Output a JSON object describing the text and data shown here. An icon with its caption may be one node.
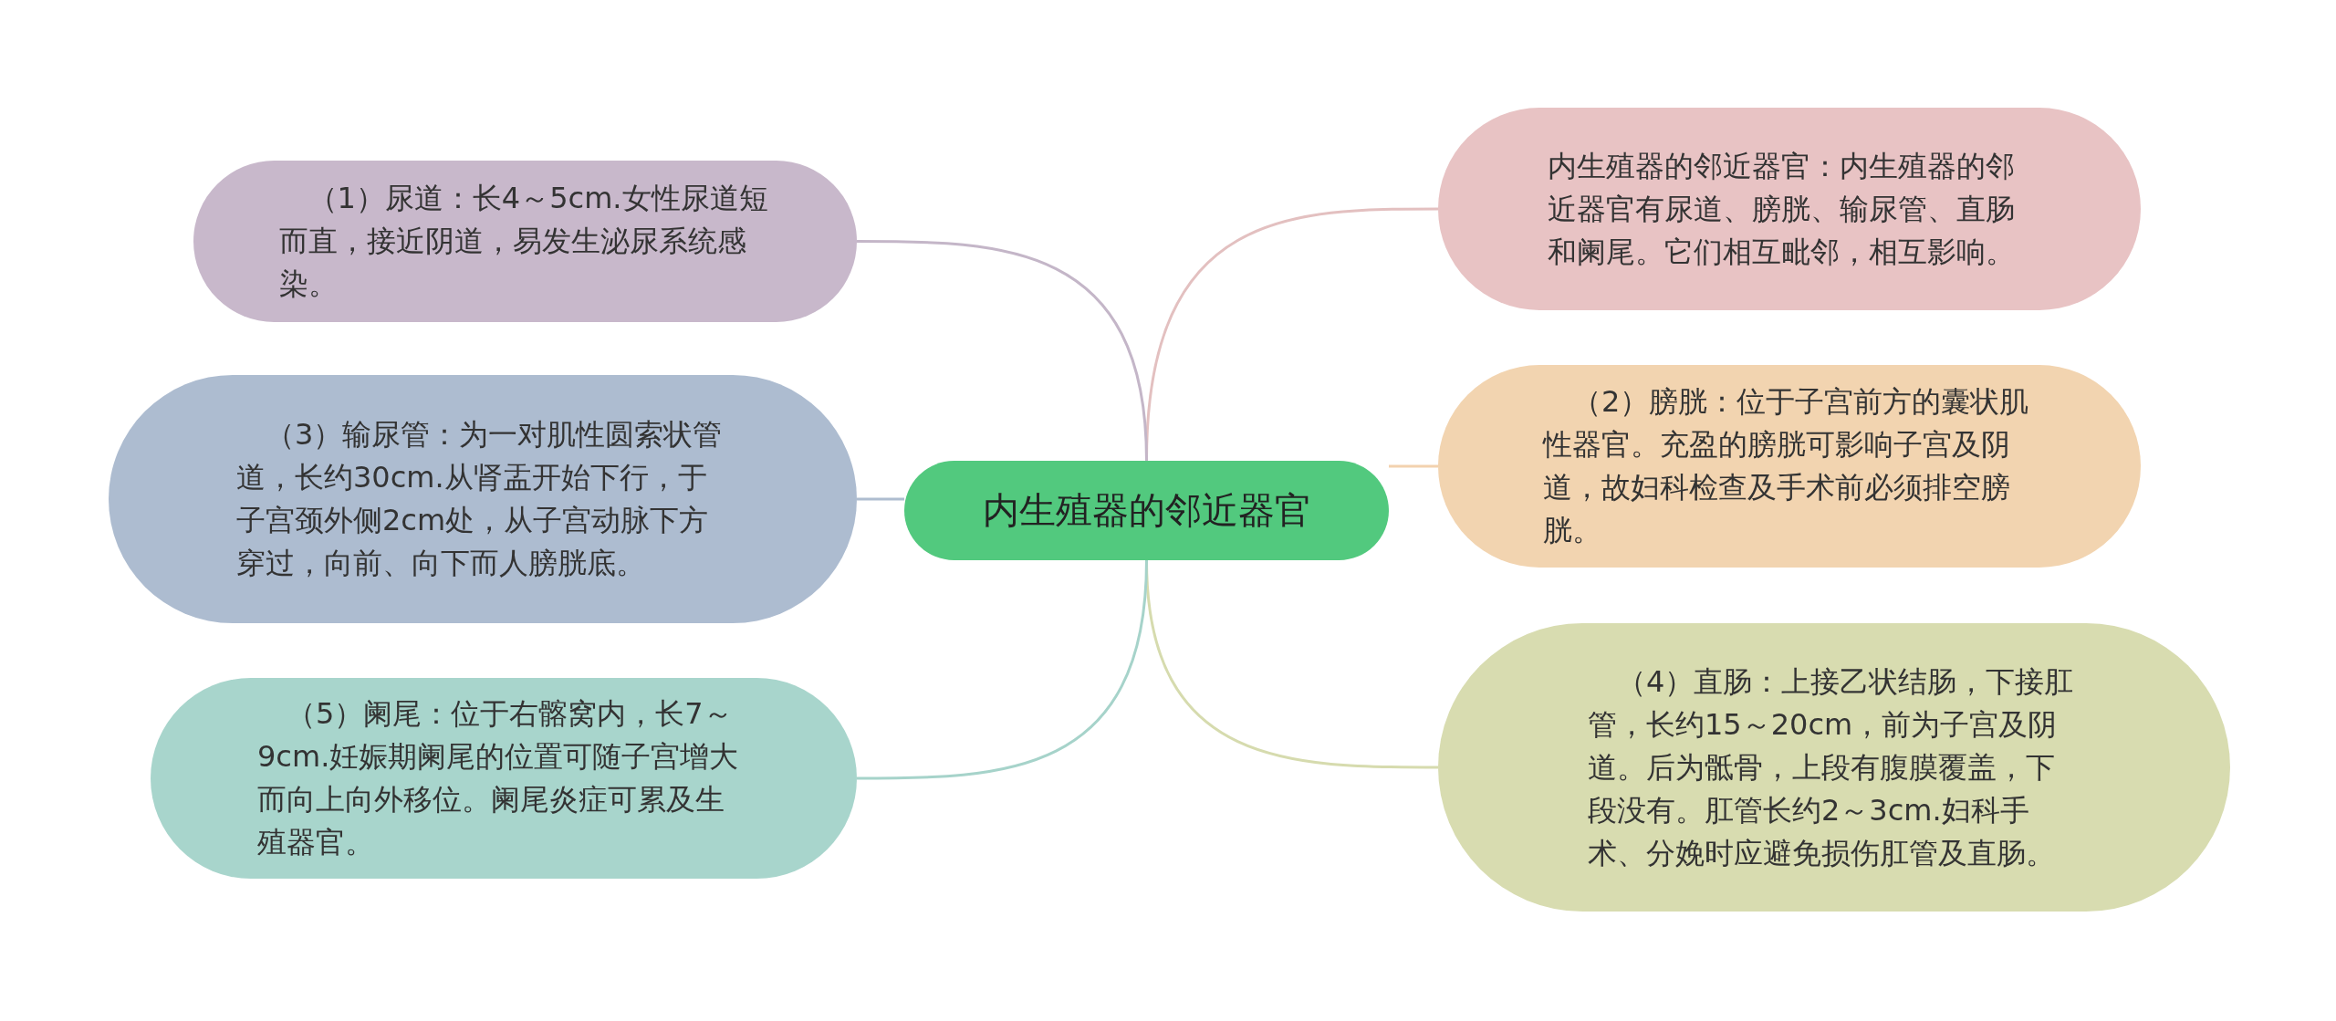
{
  "diagram": {
    "nodes": [
      {
        "text": [
          "内生殖器的邻近器官"
        ]
      },
      {
        "text": [
          "内生殖器的邻近器官：内生殖器的邻近器官有尿道、膀胱、输尿管、直肠和阑尾。它们相互毗邻，相互影响。"
        ]
      },
      {
        "text": [
          "（1）尿道：长4～5cm.女性尿道短而直，接近阴道，易发生泌尿系统感染。"
        ]
      },
      {
        "text": [
          "（2）膀胱：位于子宫前方的囊状肌性器官。充盈的膀胱可影响子宫及阴道，故妇科检查及手术前必须排空膀胱。"
        ]
      },
      {
        "text": [
          "（3）输尿管：为一对肌性圆索状管道，长约30cm.从肾盂开始下行，于子宫颈外侧2cm处，从子宫动脉下方穿过，向前、向下而人膀胱底。"
        ]
      },
      {
        "text": [
          "（4）直肠：上接乙状结肠，下接肛管，长约15～20cm，前为子宫及阴道。后为骶骨，上段有腹膜覆盖，下段没有。肛管长约2～3cm.妇科手术、分娩时应避免损伤肛管及直肠。"
        ]
      },
      {
        "text": [
          "（5）阑尾：位于右髂窝内，长7～9cm.妊娠期阑尾的位置可随子宫增大而向上向外移位。阑尾炎症可累及生殖器官。"
        ]
      }
    ],
    "edges": [
      {
        "from": 0,
        "to": 1,
        "arrow": "none",
        "color": "#e3c0c0"
      },
      {
        "from": 0,
        "to": 2,
        "arrow": "none",
        "color": "#c4b6c8"
      },
      {
        "from": 0,
        "to": 3,
        "arrow": "none",
        "color": "#f3d2ae"
      },
      {
        "from": 0,
        "to": 4,
        "arrow": "none",
        "color": "#aebdd0"
      },
      {
        "from": 0,
        "to": 5,
        "arrow": "none",
        "color": "#d6dbae"
      },
      {
        "from": 0,
        "to": 6,
        "arrow": "none",
        "color": "#a6d3ca"
      }
    ]
  }
}
